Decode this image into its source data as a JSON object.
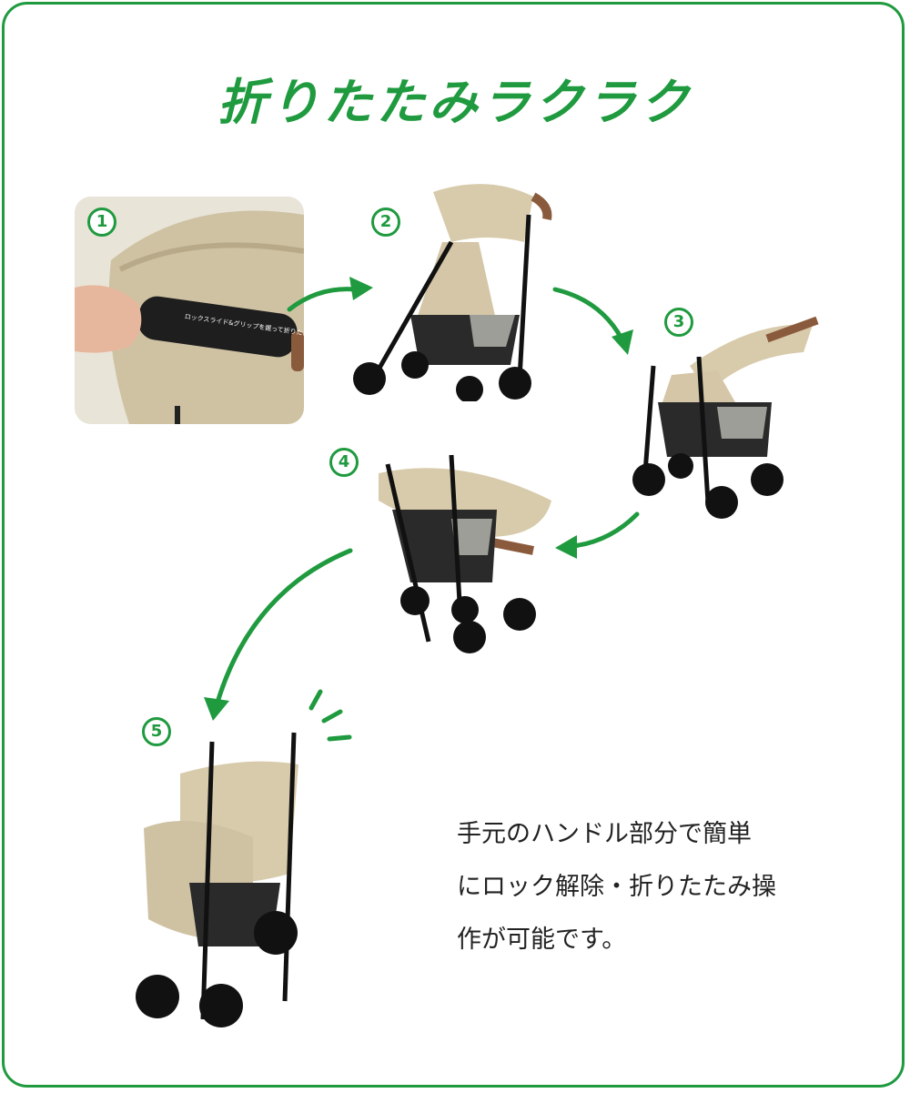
{
  "title": "折りたたみラクラク",
  "steps": [
    {
      "number": "1"
    },
    {
      "number": "2"
    },
    {
      "number": "3"
    },
    {
      "number": "4"
    },
    {
      "number": "5"
    }
  ],
  "step1_handle_text": "ロックスライド&グリップを握って折りたたみ",
  "description_lines": [
    "手元のハンドル部分で簡単",
    "にロック解除・折りたたみ操",
    "作が可能です。"
  ],
  "colors": {
    "accent": "#1f9a3f",
    "beige": "#d4c6a6",
    "frame_black": "#1a1a1a"
  }
}
